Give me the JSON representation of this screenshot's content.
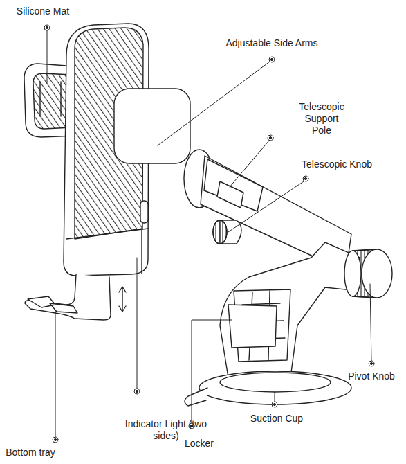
{
  "diagram": {
    "labels": [
      "Silicone Mat",
      "Adjustable Side Arms",
      "Telescopic Support Pole",
      "Telescopic Knob",
      "Pivot Knob",
      "Suction Cup",
      "Indicator Light (two sides)",
      "Locker",
      "Bottom tray"
    ]
  }
}
